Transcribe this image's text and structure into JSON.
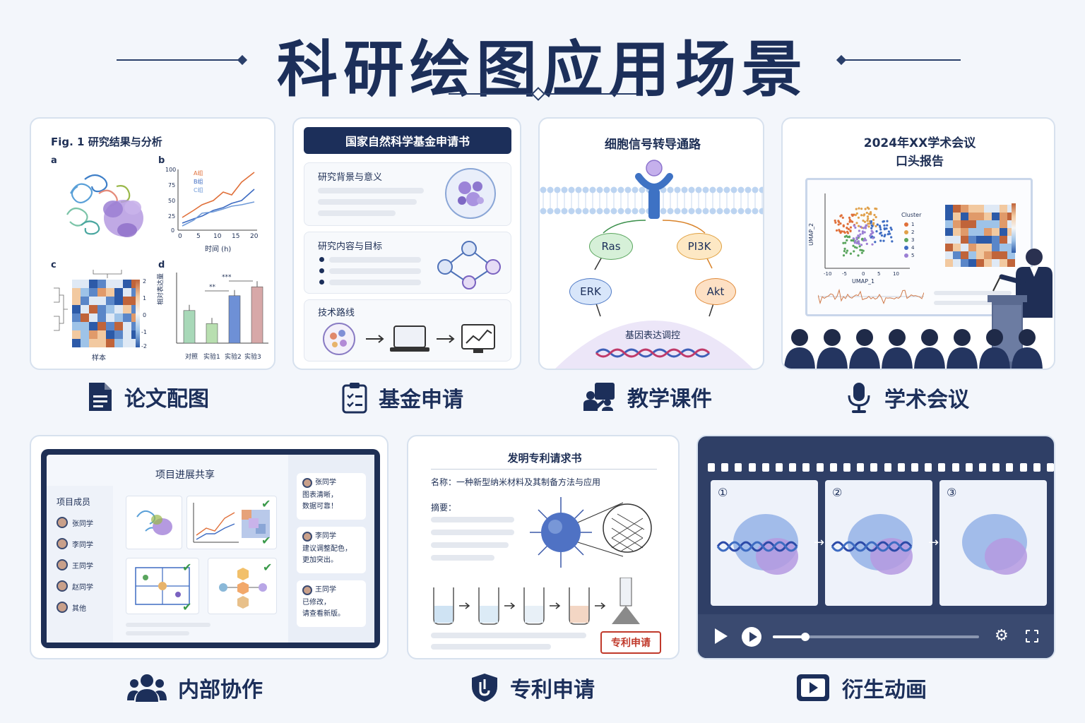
{
  "title": "科研绘图应用场景",
  "categories": {
    "paper": "论文配图",
    "grant": "基金申请",
    "teaching": "教学课件",
    "conference": "学术会议",
    "collab": "内部协作",
    "patent": "专利申请",
    "animation": "衍生动画"
  },
  "paper_card": {
    "fig_title": "Fig. 1  研究结果与分析",
    "panel_a": "a",
    "panel_b": "b",
    "panel_c": "c",
    "panel_d": "d",
    "legend": [
      "A组",
      "B组",
      "C组"
    ],
    "y_ticks": [
      "100",
      "75",
      "50",
      "25",
      "0"
    ],
    "x_ticks": [
      "0",
      "5",
      "10",
      "15",
      "20"
    ],
    "x_label": "时间 (h)",
    "heatmap_xlabel": "样本",
    "bar_ylabel": "相对表达量",
    "bar_categories": [
      "对照",
      "实验1",
      "实验2",
      "实验3"
    ],
    "bar_values": [
      0.55,
      0.33,
      0.8,
      0.95
    ],
    "sig1": "**",
    "sig2": "***",
    "scale_ticks": [
      "2",
      "1",
      "0",
      "-1",
      "-2"
    ]
  },
  "grant_card": {
    "header": "国家自然科学基金申请书",
    "sec1": "研究背景与意义",
    "sec2": "研究内容与目标",
    "sec3": "技术路线"
  },
  "teaching_card": {
    "title": "细胞信号转导通路",
    "nodes": [
      "Ras",
      "PI3K",
      "ERK",
      "Akt"
    ],
    "nucleus": "基因表达调控"
  },
  "conference_card": {
    "title_line1": "2024年XX学术会议",
    "title_line2": "口头报告",
    "cluster_label": "Cluster",
    "clusters": [
      "1",
      "2",
      "3",
      "4",
      "5"
    ],
    "umap_x": "UMAP_1",
    "umap_y": "UMAP_2",
    "x_ticks": [
      "-10",
      "-5",
      "0",
      "5",
      "10"
    ]
  },
  "collab_card": {
    "title": "项目进展共享",
    "members_title": "项目成员",
    "members": [
      "张同学",
      "李同学",
      "王同学",
      "赵同学",
      "其他"
    ],
    "comments": [
      {
        "name": "张同学",
        "text_line1": "图表清晰，",
        "text_line2": "数据可靠！"
      },
      {
        "name": "李同学",
        "text_line1": "建议调整配色，",
        "text_line2": "更加突出。"
      },
      {
        "name": "王同学",
        "text_line1": "已修改，",
        "text_line2": "请查看新版。"
      }
    ]
  },
  "patent_card": {
    "title": "发明专利请求书",
    "name_line": "名称：一种新型纳米材料及其制备方法与应用",
    "abstract": "摘要：",
    "stamp": "专利申请"
  },
  "animation_card": {
    "frames": [
      "①",
      "②",
      "③"
    ]
  },
  "colors": {
    "navy": "#1c2f5a",
    "accent_red": "#c0392b",
    "line_red": "#e0703a",
    "line_blue": "#3e6cc2",
    "line_blue2": "#6f9ad8"
  }
}
